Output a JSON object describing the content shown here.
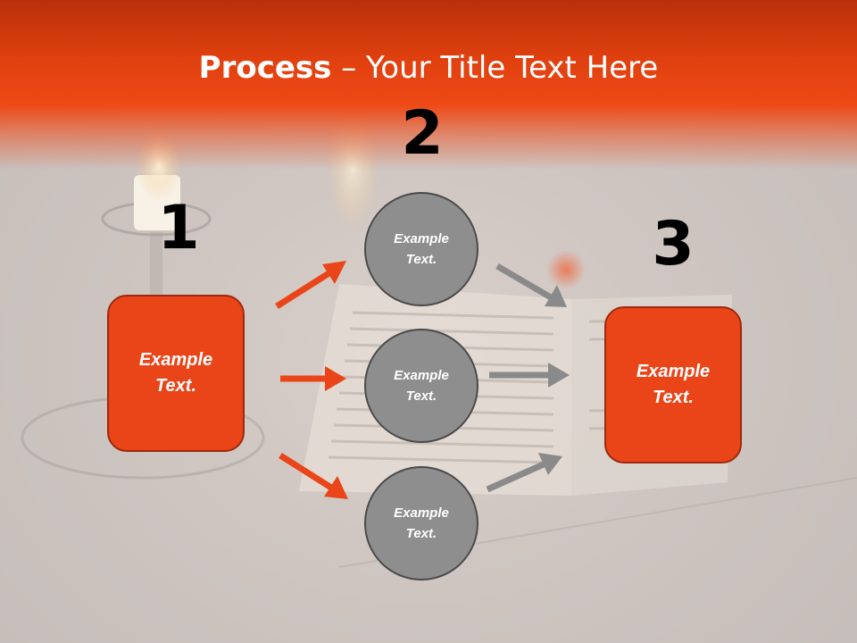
{
  "title": {
    "bold": "Process",
    "dash": " – ",
    "rest": "Your Title Text Here"
  },
  "steps": [
    {
      "number": "1",
      "label": "Example Text."
    },
    {
      "number": "2",
      "circles": [
        "Example Text.",
        "Example Text.",
        "Example Text."
      ]
    },
    {
      "number": "3",
      "label": "Example Text."
    }
  ],
  "colors": {
    "accent": "#ea4519",
    "accent_border": "#9c2a0c",
    "circle_fill": "#8e8e8e",
    "grey_arrow": "#8a8a8a",
    "number_text": "#000000"
  },
  "icons": [
    "orange-arrow-icon",
    "grey-arrow-icon"
  ]
}
